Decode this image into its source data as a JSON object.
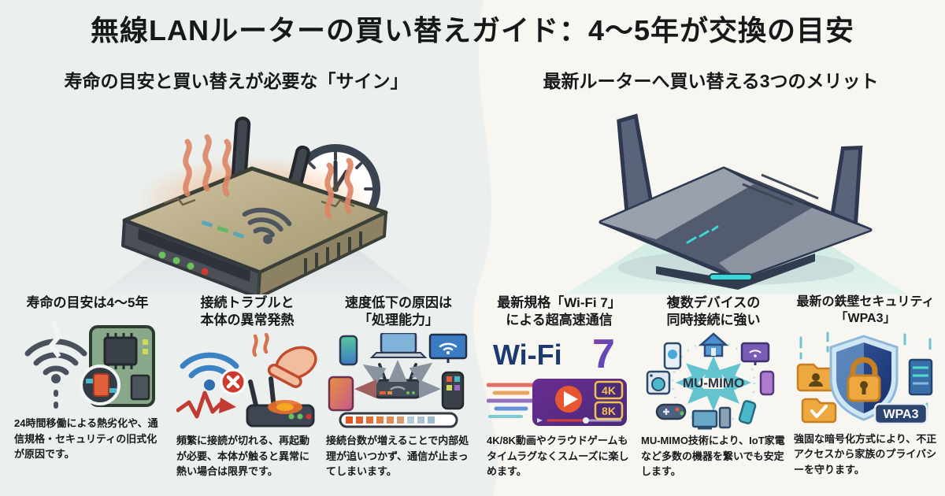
{
  "page": {
    "title": "無線LANルーターの買い替えガイド：4〜5年が交換の目安",
    "colors": {
      "background_left": "#ebefee",
      "background_right": "#f8f6f1",
      "heat_orange": "#e07a3f",
      "teal_accent": "#3fd6d9",
      "navy": "#1e3a70",
      "purple": "#5c2d91",
      "alert_red": "#cf3a2e",
      "badge_yellow": "#f2c24e"
    }
  },
  "left_section": {
    "heading": "寿命の目安と買い替えが必要な「サイン」",
    "items": [
      {
        "title": "寿命の目安は4〜5年",
        "body": "24時間移働による熱劣化や、通信規格・セキュリティの旧式化が原因です。"
      },
      {
        "title": "接続トラブルと\n本体の異常発熱",
        "body": "頻繁に接読が切れる、再起動が必要、本体が触ると異常に熱い場合は限界です。"
      },
      {
        "title": "速度低下の原因は\n「処理能力」",
        "body": "接続台数が増えることで内部処理が追いつかず、通信が止まってしまいます。"
      }
    ]
  },
  "right_section": {
    "heading": "最新ルーターへ買い替える3つのメリット",
    "items": [
      {
        "title": "最新規格「Wi-Fi 7」\nによる超高速通信",
        "body": "4K/8K動画やクラウドゲームもタイムラグなくスムーズに楽しめます。",
        "labels": {
          "wifi": "Wi-Fi",
          "seven": "7",
          "badge_4k": "4K",
          "badge_8k": "8K"
        }
      },
      {
        "title": "複数デバイスの\n同時接続に強い",
        "body": "MU-MIMO技術により、IoT家電など多数の機器を繋いでも安定します。",
        "labels": {
          "center": "MU-MIMO"
        }
      },
      {
        "title": "最新の鉄壁セキュリティ\n「WPA3」",
        "body": "強固な暗号化方式により、不正アクセスから家族のプライバシーを守ります。",
        "labels": {
          "badge": "WPA3"
        }
      }
    ]
  }
}
